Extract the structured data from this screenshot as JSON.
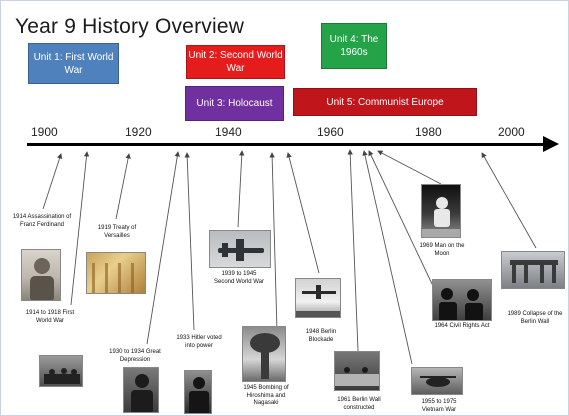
{
  "title": "Year 9 History Overview",
  "units": [
    "Unit 1: First World War",
    "Unit 2: Second World War",
    "Unit 3: Holocaust",
    "Unit 4: The 1960s",
    "Unit 5: Communist Europe"
  ],
  "years": [
    "1900",
    "1920",
    "1940",
    "1960",
    "1980",
    "2000"
  ],
  "events": {
    "franz_ferdinand": "1914 Assassination of Franz Ferdinand",
    "versailles": "1919 Treaty of Versailles",
    "ww2": "1939 to 1945 Second World War",
    "ww1": "1914 to 1918 First World War",
    "depression": "1930 to 1934 Great Depression",
    "hitler": "1933 Hitler voted into power",
    "hiroshima": "1945 Bombing of Hiroshima and Nagasaki",
    "berlin_blockade": "1948 Berlin Blockade",
    "berlin_wall": "1961 Berlin Wall constructed",
    "vietnam": "1955 to 1975 Vietnam War",
    "civil_rights": "1964 Civil Rights Act",
    "moon": "1969 Man on the Moon",
    "wall_collapse": "1989 Collapse of the Berlin Wall"
  },
  "colors": {
    "unit1": "#4f81bd",
    "unit2": "#e41c1c",
    "unit3": "#7030a0",
    "unit4": "#25a349",
    "unit5": "#c0161b"
  }
}
